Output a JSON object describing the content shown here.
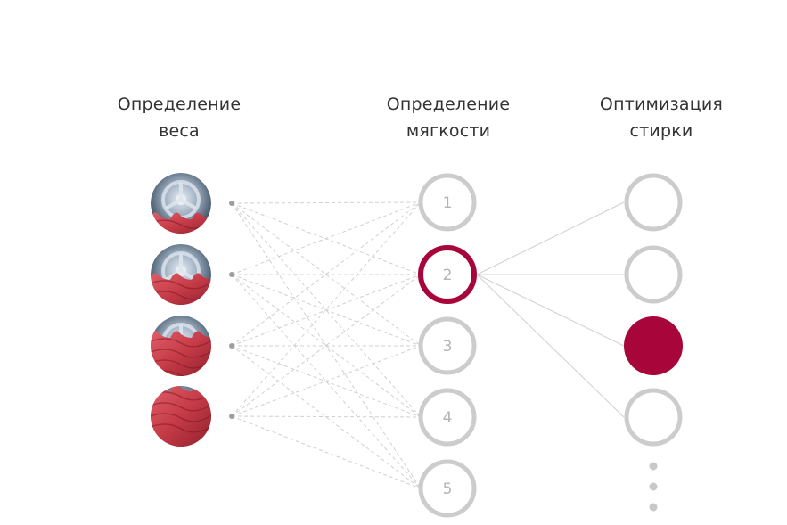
{
  "columns": {
    "weight": {
      "title_line1": "Определение",
      "title_line2": "веса"
    },
    "softness": {
      "title_line1": "Определение",
      "title_line2": "мягкости"
    },
    "optimization": {
      "title_line1": "Оптимизация",
      "title_line2": "стирки"
    }
  },
  "weight_items": [
    {
      "icon": "drum-load-small-icon"
    },
    {
      "icon": "drum-load-medium-icon"
    },
    {
      "icon": "drum-load-large-icon"
    },
    {
      "icon": "drum-load-full-icon"
    }
  ],
  "softness_nodes": [
    {
      "label": "1",
      "highlighted": false
    },
    {
      "label": "2",
      "highlighted": true
    },
    {
      "label": "3",
      "highlighted": false
    },
    {
      "label": "4",
      "highlighted": false
    },
    {
      "label": "5",
      "highlighted": false
    }
  ],
  "optimization_nodes": [
    {
      "filled": false
    },
    {
      "filled": false
    },
    {
      "filled": true
    },
    {
      "filled": false
    }
  ],
  "more_indicator": "ellipsis-vertical-icon",
  "colors": {
    "accent": "#a8063a",
    "ring": "#cccccc",
    "text": "#333333",
    "number": "#b4b4b4",
    "line": "#d0d0d0",
    "fabric": "#c9434e",
    "drum": "#8fa2b5"
  }
}
